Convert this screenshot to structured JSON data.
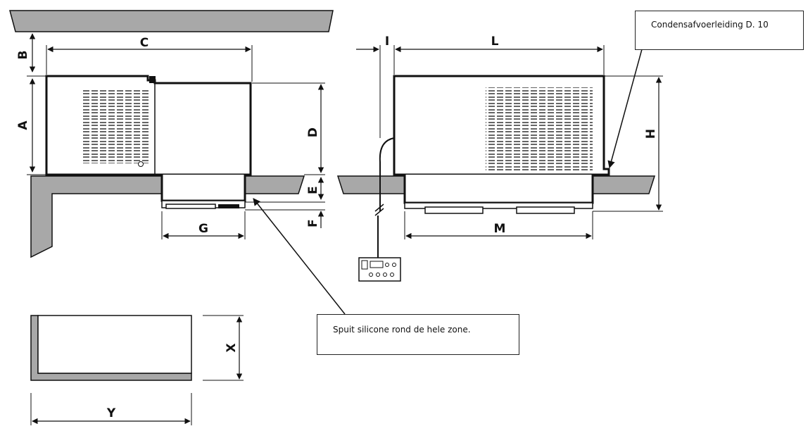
{
  "dimensions": {
    "a": "A",
    "b": "B",
    "c": "C",
    "d": "D",
    "e": "E",
    "f": "F",
    "g": "G",
    "h": "H",
    "i": "I",
    "l": "L",
    "m": "M",
    "x": "X",
    "y": "Y"
  },
  "callouts": {
    "condensate": "Condensafvoerleiding D. 10",
    "silicone": "Spuit silicone rond de hele zone."
  },
  "colors": {
    "wall": "#a8a8a8",
    "line": "#111111",
    "grille": "#8a8a8a"
  }
}
